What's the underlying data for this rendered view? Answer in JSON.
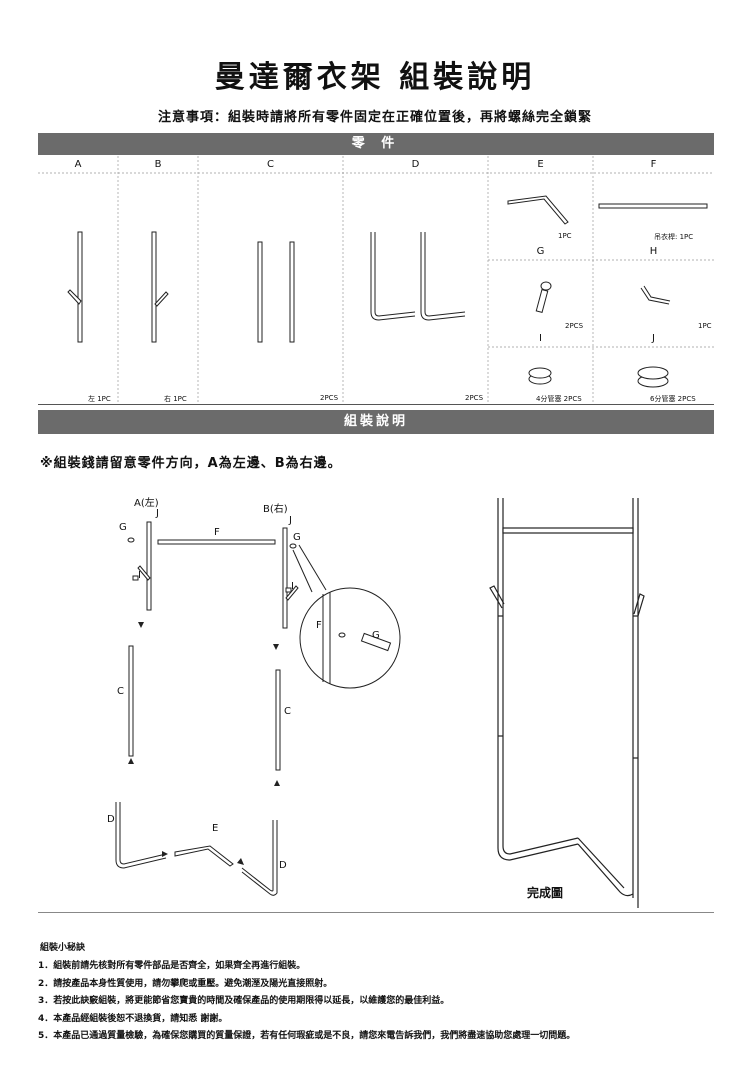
{
  "title": "曼達爾衣架  組裝說明",
  "notice": "注意事項：組裝時請將所有零件固定在正確位置後，再將螺絲完全鎖緊",
  "parts_bar": "零 件",
  "assembly_bar": "組裝說明",
  "columns": [
    "A",
    "B",
    "C",
    "D",
    "E",
    "F"
  ],
  "sub_labels": {
    "g": "G",
    "h": "H",
    "i": "I",
    "j": "J"
  },
  "quantities": {
    "a": "左 1PC",
    "b": "右 1PC",
    "c": "2PCS",
    "d": "2PCS",
    "e": "1PC",
    "f": "吊衣桿: 1PC",
    "g": "2PCS",
    "h": "1PC",
    "i": "4分管塞 2PCS",
    "j": "6分管塞 2PCS"
  },
  "warning": "※組裝錢請留意零件方向，A為左邊、B為右邊。",
  "diagram": {
    "a_left": "A(左)",
    "b_right": "B(右)",
    "j": "J",
    "g": "G",
    "f": "F",
    "i": "I",
    "c": "C",
    "d": "D",
    "e": "E"
  },
  "complete": "完成圖",
  "tips_title": "組裝小秘訣",
  "tips": [
    "1．組裝前請先核對所有零件部品是否齊全，如果齊全再進行組裝。",
    "2．請按產品本身性質使用，請勿攀爬或重壓。避免潮溼及陽光直接照射。",
    "3．若按此訣竅組裝，將更能節省您寶貴的時間及確保產品的使用期限得以延長，以維護您的最佳利益。",
    "4．本產品經組裝後恕不退換貨，請知悉 謝謝。",
    "5．本產品已通過質量檢驗，為確保您購買的質量保證，若有任何瑕疵或是不良，請您來電告訴我們，我們將盡速協助您處理一切問題。"
  ]
}
